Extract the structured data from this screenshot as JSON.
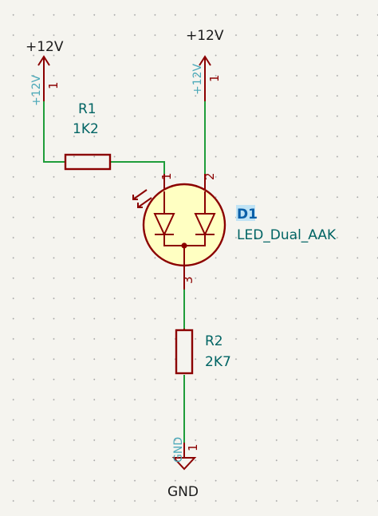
{
  "power": {
    "p1": {
      "label": "+12V",
      "pin_name": "+12V",
      "pin_number": "1"
    },
    "p2": {
      "label": "+12V",
      "pin_name": "+12V",
      "pin_number": "1"
    },
    "gnd": {
      "label": "GND",
      "pin_name": "GND",
      "pin_number": "1"
    }
  },
  "r1": {
    "ref": "R1",
    "value": "1K2"
  },
  "r2": {
    "ref": "R2",
    "value": "2K7"
  },
  "d1": {
    "ref": "D1",
    "value": "LED_Dual_AAK",
    "pins": {
      "a1": "1",
      "a2": "2",
      "k": "3"
    }
  },
  "colors": {
    "wire": "#1f9d3a",
    "component": "#8b0000",
    "led_fill": "#ffffc2",
    "reference_text": "#006464",
    "selected_reference": "#0a5fa8",
    "background": "#f5f4ef"
  }
}
